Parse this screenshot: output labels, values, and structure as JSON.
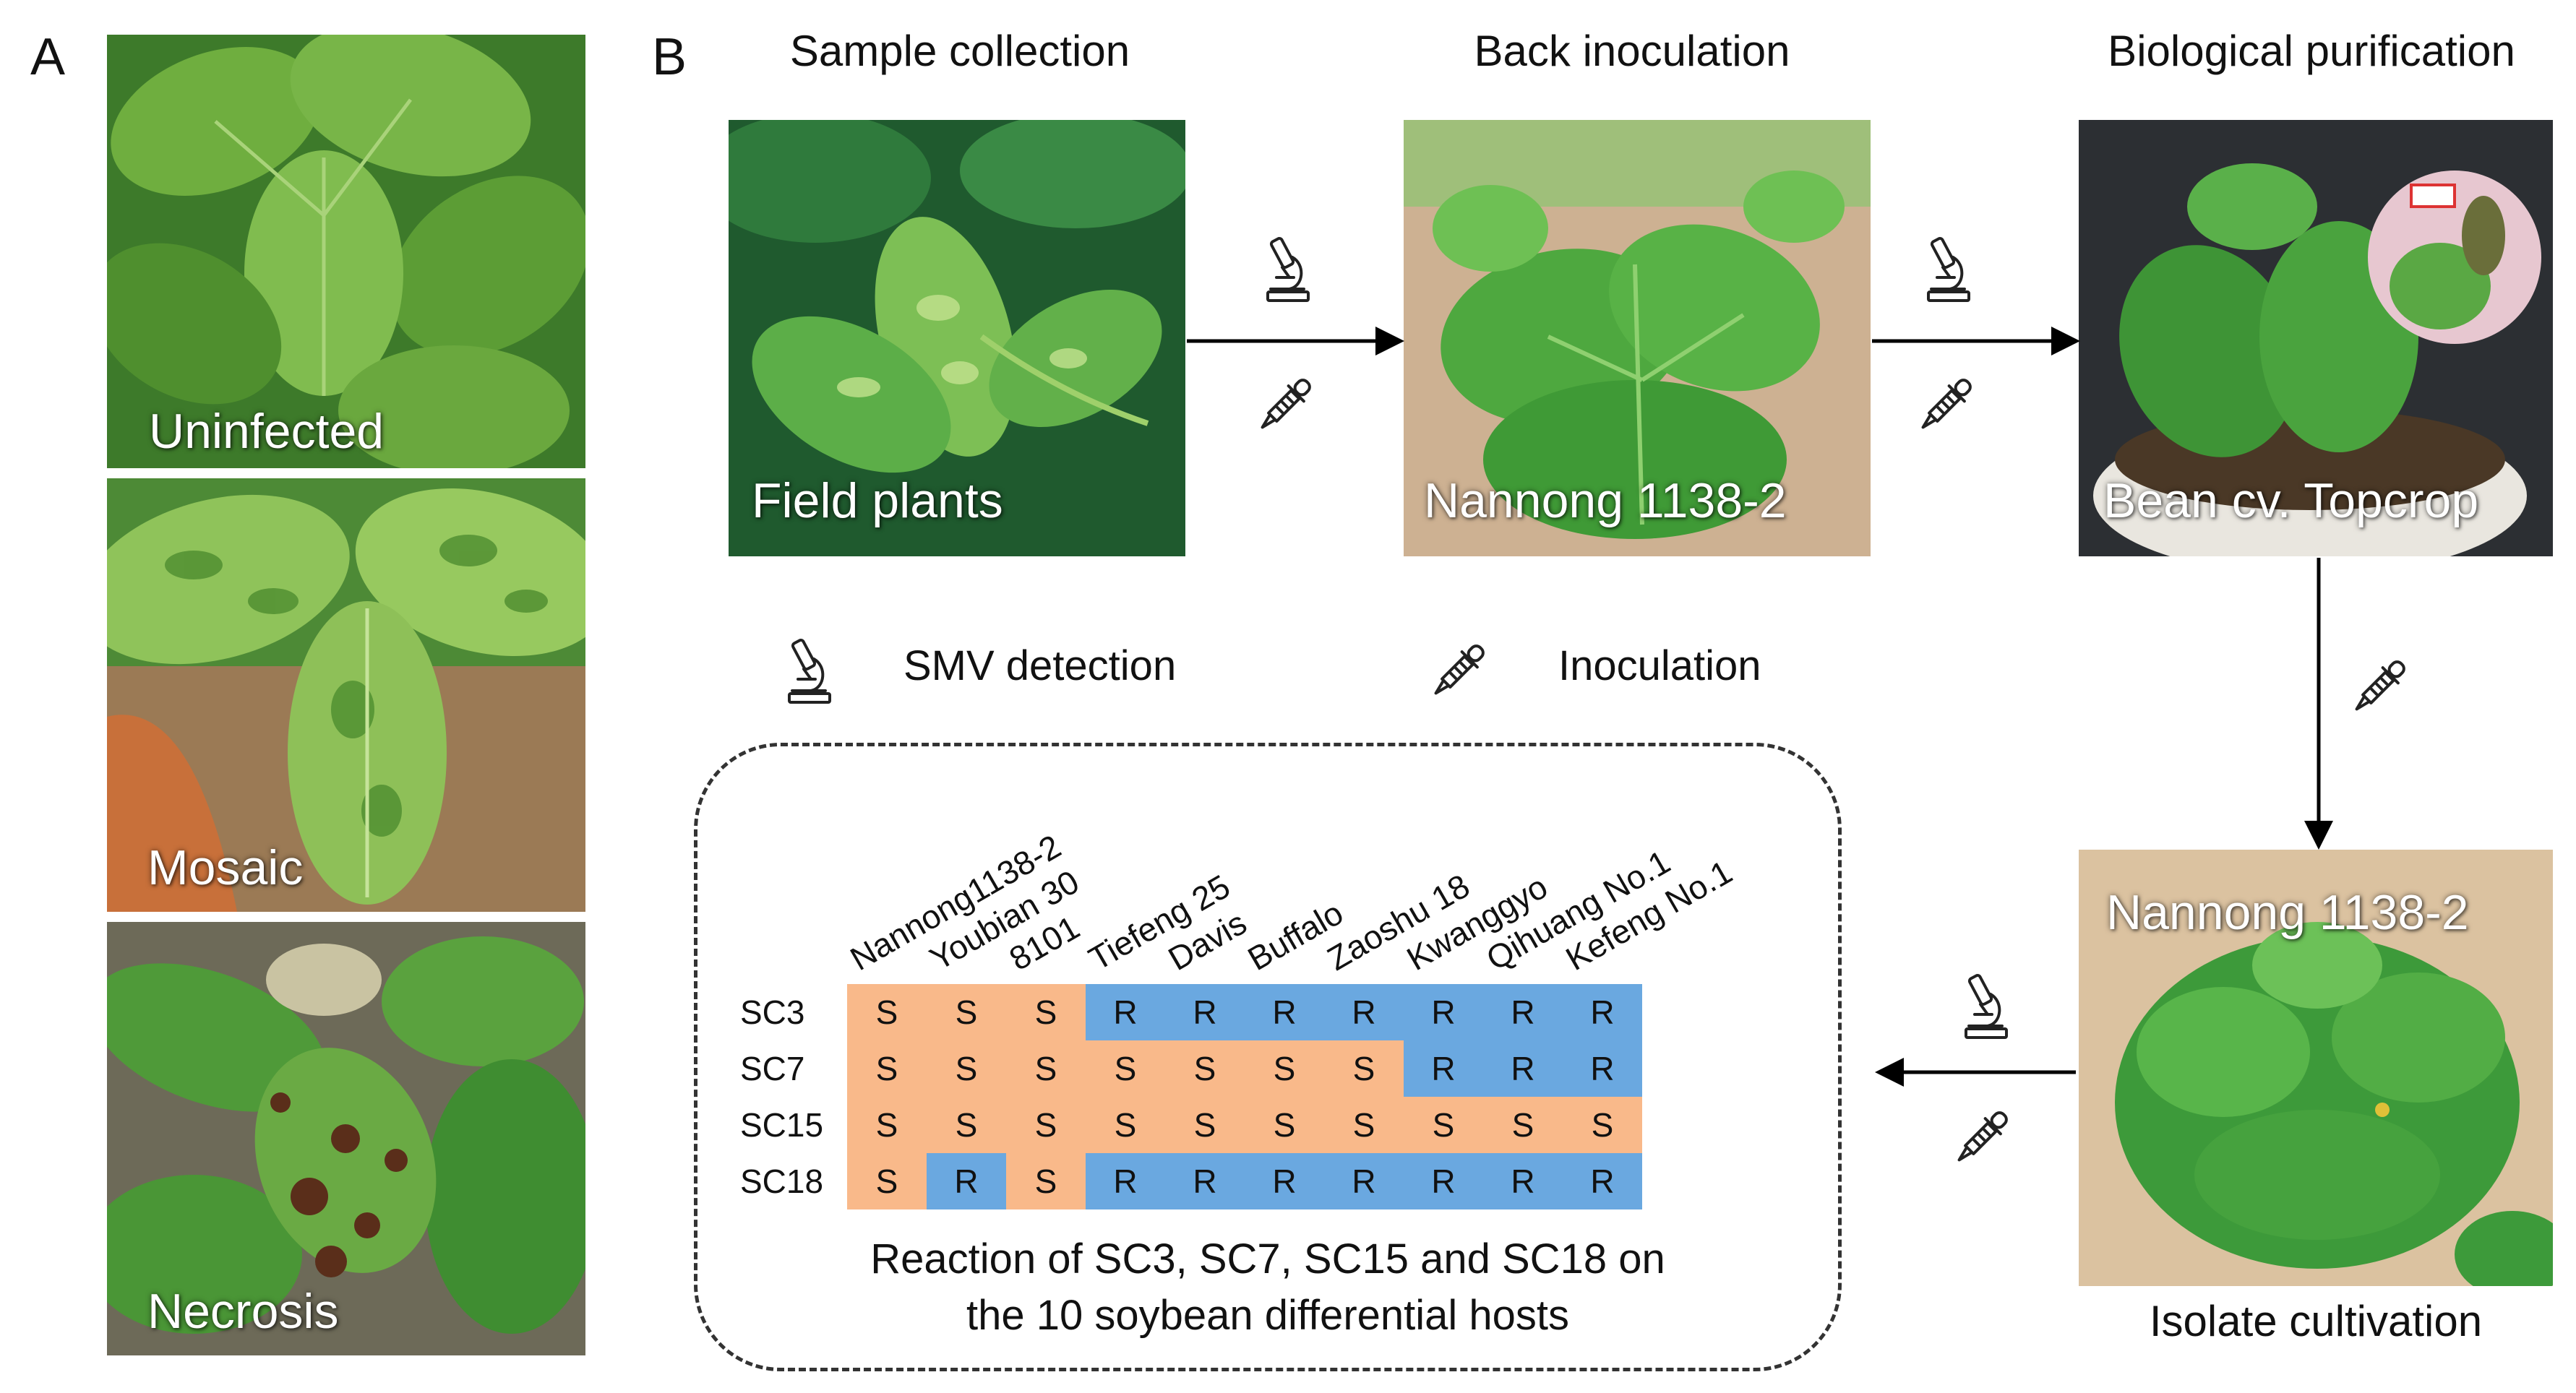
{
  "panels": {
    "a": "A",
    "b": "B"
  },
  "panel_a": {
    "photos": [
      {
        "label": "Uninfected"
      },
      {
        "label": "Mosaic"
      },
      {
        "label": "Necrosis"
      }
    ]
  },
  "workflow": {
    "steps": [
      {
        "heading": "Sample collection",
        "photo_label": "Field plants"
      },
      {
        "heading": "Back inoculation",
        "photo_label": "Nannong 1138-2"
      },
      {
        "heading": "Biological purification",
        "photo_label": "Bean cv. Topcrop"
      },
      {
        "heading": "Isolate cultivation",
        "photo_label": "Nannong 1138-2"
      }
    ],
    "legend": {
      "detection": {
        "icon": "microscope-icon",
        "label": "SMV detection"
      },
      "inoculation": {
        "icon": "dropper-icon",
        "label": "Inoculation"
      }
    }
  },
  "reaction_table": {
    "hosts": [
      "Nannong1138-2",
      "Youbian 30",
      "8101",
      "Tiefeng 25",
      "Davis",
      "Buffalo",
      "Zaoshu 18",
      "Kwanggyo",
      "Qihuang No.1",
      "Kefeng No.1"
    ],
    "rows": [
      {
        "strain": "SC3",
        "reactions": [
          "S",
          "S",
          "S",
          "R",
          "R",
          "R",
          "R",
          "R",
          "R",
          "R"
        ]
      },
      {
        "strain": "SC7",
        "reactions": [
          "S",
          "S",
          "S",
          "S",
          "S",
          "S",
          "S",
          "R",
          "R",
          "R"
        ]
      },
      {
        "strain": "SC15",
        "reactions": [
          "S",
          "S",
          "S",
          "S",
          "S",
          "S",
          "S",
          "S",
          "S",
          "S"
        ]
      },
      {
        "strain": "SC18",
        "reactions": [
          "S",
          "R",
          "S",
          "R",
          "R",
          "R",
          "R",
          "R",
          "R",
          "R"
        ]
      }
    ],
    "caption_line1": "Reaction of SC3, SC7, SC15 and SC18 on",
    "caption_line2": "the 10 soybean differential hosts",
    "colors": {
      "S": "#f9b98a",
      "R": "#6aa8e0"
    }
  }
}
